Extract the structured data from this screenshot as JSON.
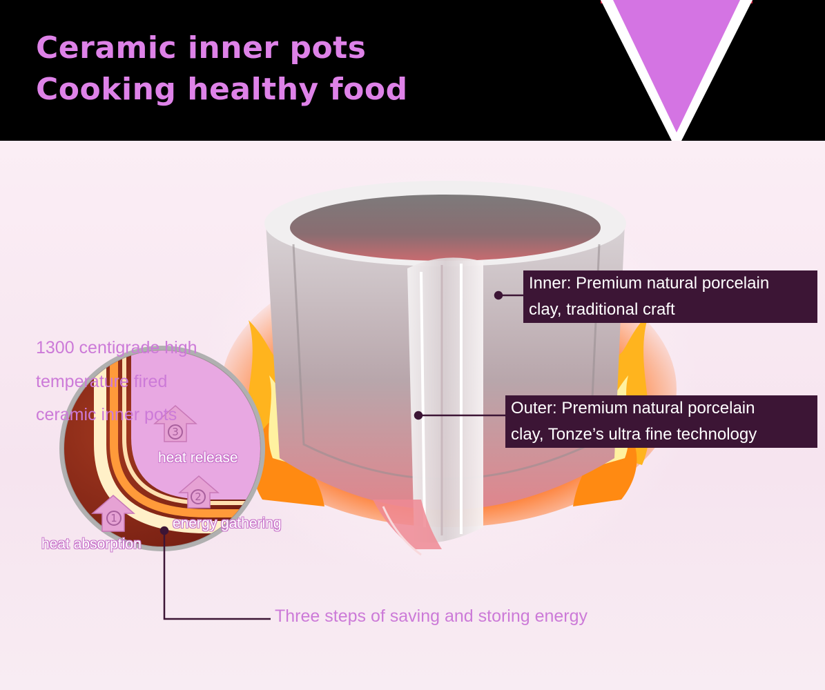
{
  "header": {
    "title_line1": "Ceramic inner pots",
    "title_line2": "Cooking healthy food",
    "title_color": "#de82e8",
    "background_color": "#000000",
    "triangle_color": "#d474e3",
    "triangle_border_color": "#ffffff"
  },
  "side_text": {
    "line1": "1300 centigrade high",
    "line2": "temperature fired",
    "line3": "ceramic inner pots",
    "color": "#cc7ad8"
  },
  "callouts": {
    "inner": {
      "line1": "Inner: Premium natural porcelain",
      "line2": "clay, traditional craft"
    },
    "outer": {
      "line1": "Outer: Premium natural porcelain",
      "line2": "clay, Tonze’s ultra fine technology"
    },
    "background_color": "#3c1535"
  },
  "steps": {
    "step1": {
      "number": "1",
      "label": "heat absorption"
    },
    "step2": {
      "number": "2",
      "label": "energy gathering"
    },
    "step3": {
      "number": "3",
      "label": "heat release"
    },
    "summary": "Three steps of saving and storing energy"
  },
  "illustration": {
    "subject": "ceramic inner pot cutaway in flames",
    "icons": [
      "flame-icon",
      "up-arrow-icon",
      "magnifier-circle"
    ]
  }
}
